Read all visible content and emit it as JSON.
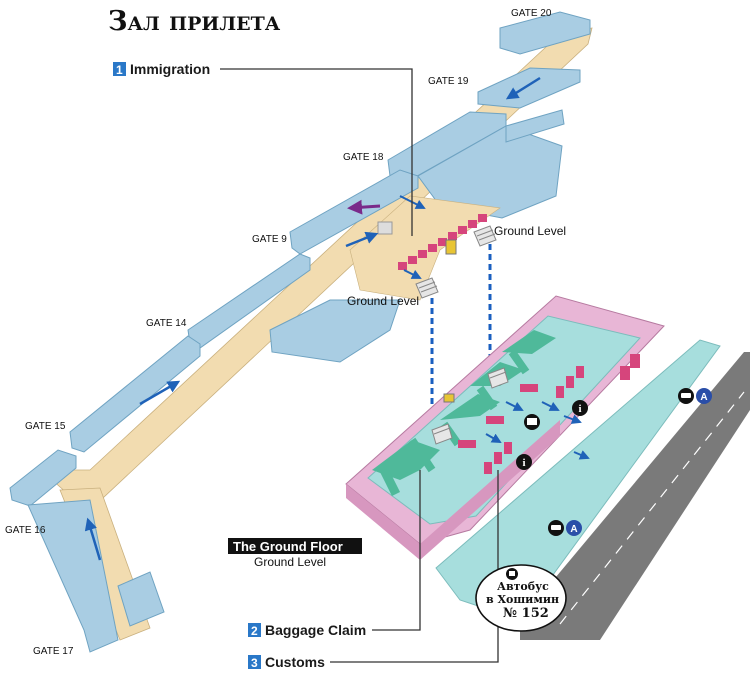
{
  "title": "Зал прилета",
  "gates": {
    "g20": "GATE 20",
    "g19": "GATE 19",
    "g18": "GATE 18",
    "g9": "GATE 9",
    "g14": "GATE 14",
    "g15": "GATE 15",
    "g16": "GATE 16",
    "g17": "GATE 17"
  },
  "levels": {
    "upper_right": "Ground Level",
    "upper_left": "Ground Level"
  },
  "callouts": {
    "immigration": {
      "number": "1",
      "label": "Immigration"
    },
    "baggage": {
      "number": "2",
      "label": "Baggage Claim"
    },
    "customs": {
      "number": "3",
      "label": "Customs"
    }
  },
  "ground_floor": {
    "title": "The Ground Floor",
    "subtitle": "Ground Level"
  },
  "bus_note": {
    "line1": "Автобус",
    "line2": "в Хошимин",
    "line3": "№ 152"
  },
  "road_marker": "A",
  "colors": {
    "corridor": "#f2dcb0",
    "building_top": "#a9cde3",
    "building_side": "#6fa3c2",
    "ground_pink": "#e8b6d6",
    "ground_teal": "#a7dedd",
    "baggage_belt": "#4fb99a",
    "counter": "#d6457c",
    "road": "#7a7a7a",
    "callout_blue": "#2a78c8",
    "dashed_blue": "#1a5fc0"
  },
  "icons": [
    "info-icon",
    "bus-icon",
    "car-icon",
    "exchange-icon"
  ]
}
